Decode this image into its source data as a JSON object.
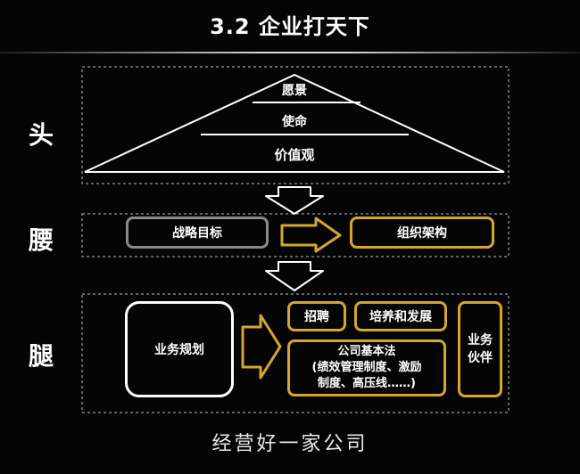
{
  "title": "3.2  企业打天下",
  "side_labels": {
    "head": "头",
    "waist": "腰",
    "legs": "腿"
  },
  "pyramid": {
    "top": "愿景",
    "middle": "使命",
    "bottom": "价值观"
  },
  "waist": {
    "strategy": "战略目标",
    "structure": "组织架构"
  },
  "legs": {
    "business_plan": "业务规划",
    "recruit": "招聘",
    "training": "培养和发展",
    "basic_law_title": "公司基本法",
    "basic_law_line1": "(绩效管理制度、激励",
    "basic_law_line2": "制度、高压线……)",
    "partner_line1": "业务",
    "partner_line2": "伙伴"
  },
  "footer": "经营好一家公司",
  "colors": {
    "accent": "#d4a72c",
    "dashed": "#bdbdbd",
    "background": "#050505"
  }
}
